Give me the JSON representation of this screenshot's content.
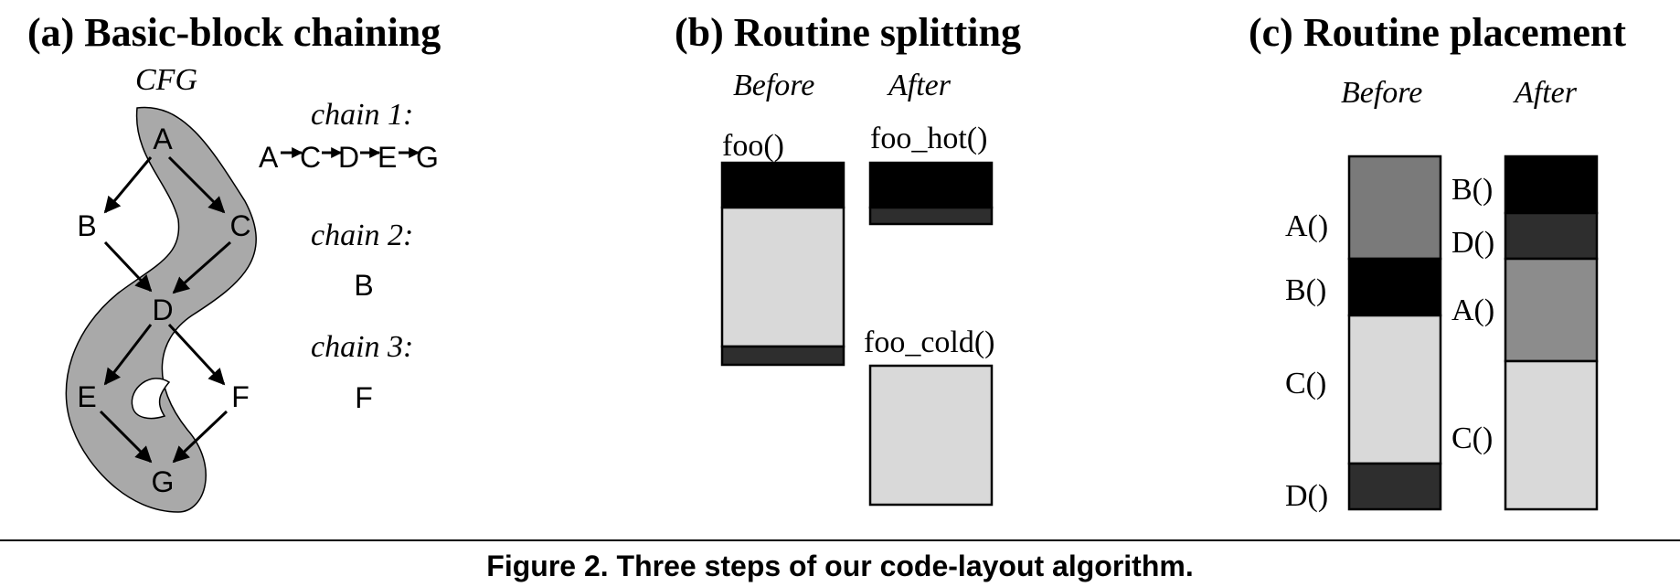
{
  "panel_a": {
    "title": "(a) Basic-block chaining",
    "cfg_label": "CFG",
    "nodes": {
      "A": "A",
      "B": "B",
      "C": "C",
      "D": "D",
      "E": "E",
      "F": "F",
      "G": "G"
    },
    "chain1_label": "chain 1:",
    "chain1_seq": [
      "A",
      "C",
      "D",
      "E",
      "G"
    ],
    "chain2_label": "chain 2:",
    "chain2_seq": "B",
    "chain3_label": "chain 3:",
    "chain3_seq": "F"
  },
  "panel_b": {
    "title": "(b) Routine splitting",
    "before_label": "Before",
    "after_label": "After",
    "foo_label": "foo()",
    "foo_hot_label": "foo_hot()",
    "foo_cold_label": "foo_cold()"
  },
  "panel_c": {
    "title": "(c) Routine placement",
    "before_label": "Before",
    "after_label": "After",
    "before_labels": [
      "A()",
      "B()",
      "C()",
      "D()"
    ],
    "after_labels": [
      "B()",
      "D()",
      "A()",
      "C()"
    ]
  },
  "caption": "Figure 2. Three steps of our code-layout algorithm.",
  "colors": {
    "hot": "#000000",
    "dark": "#2e2e2e",
    "medium": "#7a7a7a",
    "medium2": "#8c8c8c",
    "light": "#d9d9d9",
    "highlight": "#a9a9a9"
  }
}
